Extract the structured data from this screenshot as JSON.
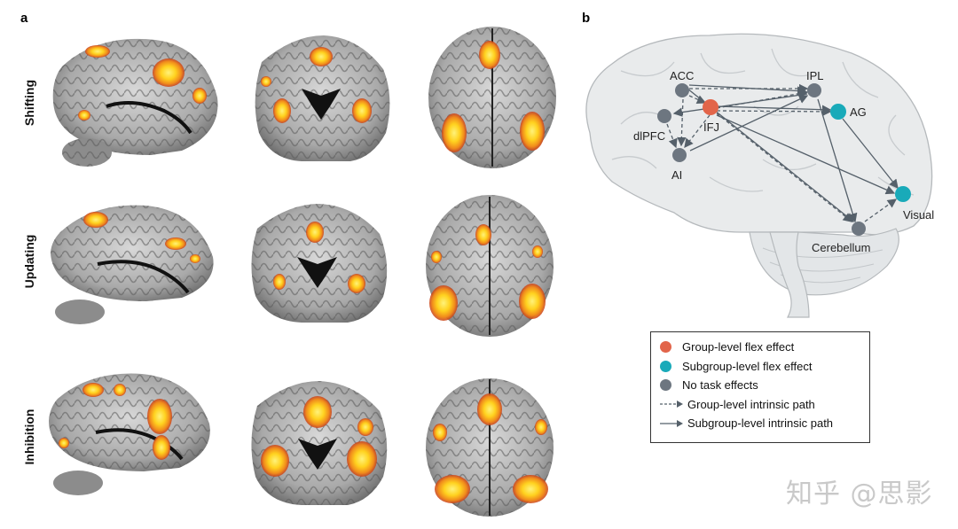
{
  "panel_a": {
    "letter": "a",
    "rows": [
      {
        "label": "Shifting"
      },
      {
        "label": "Updating"
      },
      {
        "label": "Inhibition"
      }
    ]
  },
  "panel_b": {
    "letter": "b",
    "nodes": {
      "acc": "ACC",
      "ipl": "IPL",
      "ag": "AG",
      "dlpfc": "dlPFC",
      "ifj": "IFJ",
      "ai": "AI",
      "visual": "Visual",
      "cerebellum": "Cerebellum"
    },
    "colors": {
      "group_flex": "#e2654a",
      "subgroup_flex": "#19aab9",
      "no_effect": "#6d7680",
      "brain_fill": "#e8eaeb",
      "activation_core": "#ffe54a",
      "activation_edge": "#d9501e"
    }
  },
  "legend": {
    "group_flex": "Group-level flex effect",
    "subgroup_flex": "Subgroup-level flex effect",
    "no_effects": "No task effects",
    "group_path": "Group-level intrinsic path",
    "subgroup_path": "Subgroup-level intrinsic path"
  },
  "watermark": "知乎 @思影"
}
